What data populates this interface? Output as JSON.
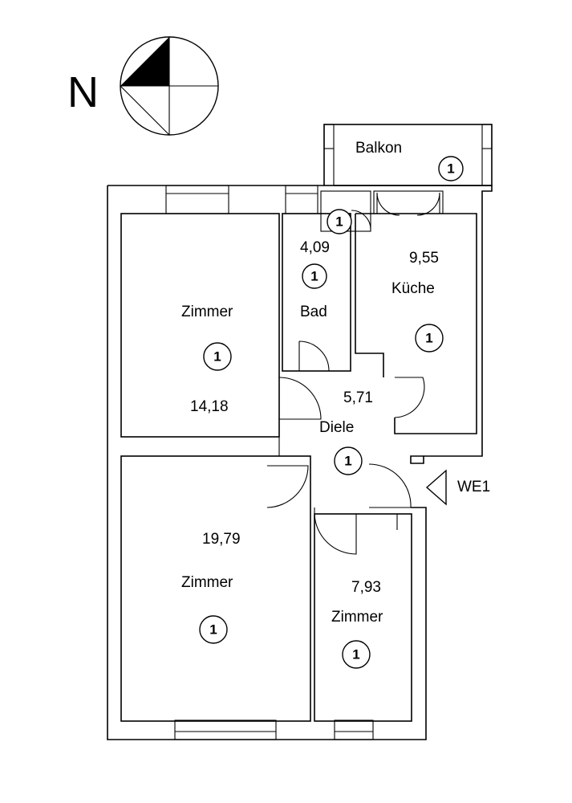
{
  "north": {
    "letter": "N"
  },
  "rooms": {
    "balkon": {
      "name": "Balkon",
      "badge": "1"
    },
    "wc_badge": "1",
    "bad": {
      "name": "Bad",
      "area": "4,09",
      "badge": "1"
    },
    "kueche": {
      "name": "Küche",
      "area": "9,55",
      "badge": "1"
    },
    "zimmer1": {
      "name": "Zimmer",
      "area": "14,18",
      "badge": "1"
    },
    "diele": {
      "name": "Diele",
      "area": "5,71",
      "badge": "1"
    },
    "zimmer2": {
      "name": "Zimmer",
      "area": "19,79",
      "badge": "1"
    },
    "zimmer3": {
      "name": "Zimmer",
      "area": "7,93",
      "badge": "1"
    }
  },
  "entrance": {
    "label": "WE1"
  }
}
